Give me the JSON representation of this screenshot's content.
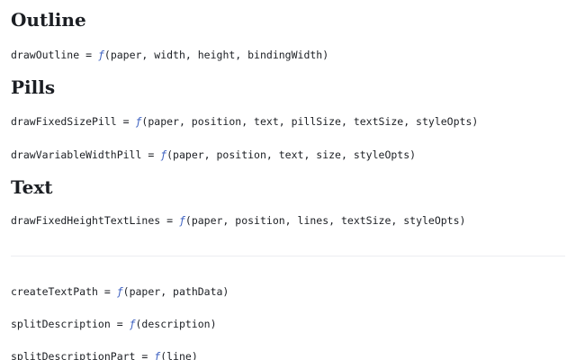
{
  "sections": [
    {
      "heading": "Outline",
      "cells": [
        {
          "name": "drawOutline",
          "eq": " = ",
          "fn": "ƒ",
          "args": "(paper, width, height, bindingWidth)"
        }
      ]
    },
    {
      "heading": "Pills",
      "cells": [
        {
          "name": "drawFixedSizePill",
          "eq": " = ",
          "fn": "ƒ",
          "args": "(paper, position, text, pillSize, textSize, styleOpts)"
        },
        {
          "name": "drawVariableWidthPill",
          "eq": " = ",
          "fn": "ƒ",
          "args": "(paper, position, text, size, styleOpts)"
        }
      ]
    },
    {
      "heading": "Text",
      "cells": [
        {
          "name": "drawFixedHeightTextLines",
          "eq": " = ",
          "fn": "ƒ",
          "args": "(paper, position, lines, textSize, styleOpts)"
        }
      ]
    }
  ],
  "helpers": [
    {
      "name": "createTextPath",
      "eq": " = ",
      "fn": "ƒ",
      "args": "(paper, pathData)"
    },
    {
      "name": "splitDescription",
      "eq": " = ",
      "fn": "ƒ",
      "args": "(description)"
    },
    {
      "name": "splitDescriptionPart",
      "eq": " = ",
      "fn": "ƒ",
      "args": "(line)"
    }
  ],
  "colors": {
    "text": "#1b1e23",
    "function_glyph": "#3b5fc0",
    "divider": "#eceef1"
  }
}
